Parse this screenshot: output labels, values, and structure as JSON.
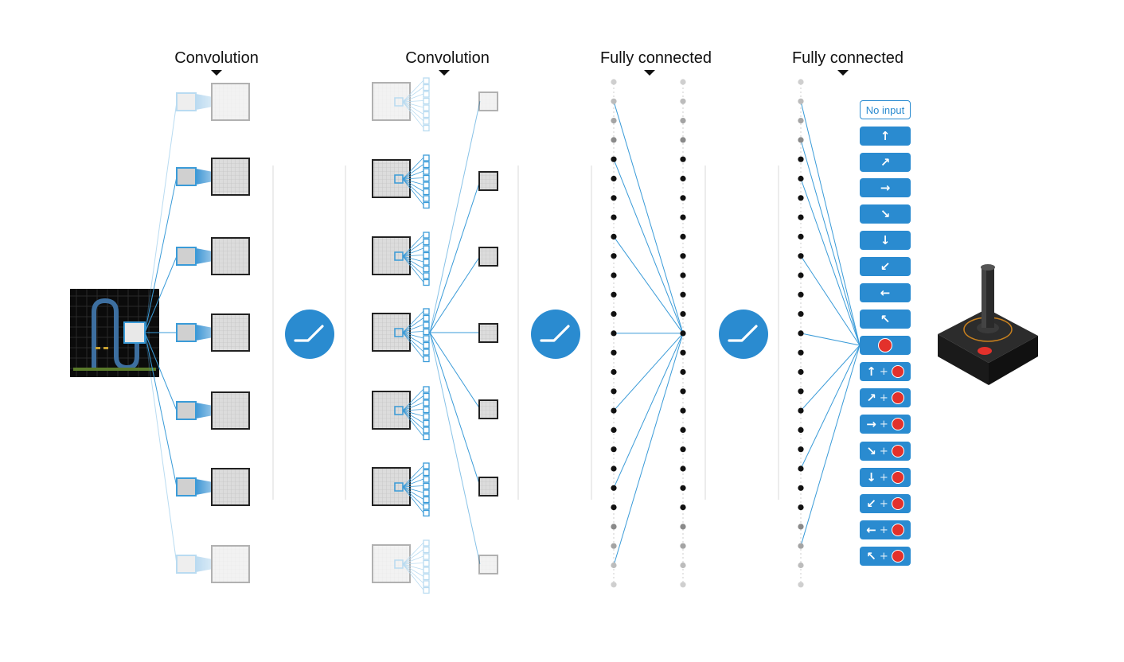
{
  "layer_titles": [
    {
      "id": "conv1",
      "label": "Convolution"
    },
    {
      "id": "conv2",
      "label": "Convolution"
    },
    {
      "id": "fc1",
      "label": "Fully connected"
    },
    {
      "id": "fc2",
      "label": "Fully connected"
    }
  ],
  "input_frame": {
    "icon": "game-screen-image"
  },
  "activation_icon": "relu-icon",
  "actions": [
    {
      "id": "no-input",
      "label": "No input",
      "arrow": "",
      "fire": false
    },
    {
      "id": "up",
      "arrow": "↑",
      "fire": false
    },
    {
      "id": "up-right",
      "arrow": "↗",
      "fire": false
    },
    {
      "id": "right",
      "arrow": "→",
      "fire": false
    },
    {
      "id": "down-right",
      "arrow": "↘",
      "fire": false
    },
    {
      "id": "down",
      "arrow": "↓",
      "fire": false
    },
    {
      "id": "down-left",
      "arrow": "↙",
      "fire": false
    },
    {
      "id": "left",
      "arrow": "←",
      "fire": false
    },
    {
      "id": "up-left",
      "arrow": "↖",
      "fire": false
    },
    {
      "id": "fire",
      "arrow": "",
      "fire": true
    },
    {
      "id": "up-fire",
      "arrow": "↑",
      "fire": true,
      "plus": "+"
    },
    {
      "id": "up-right-fire",
      "arrow": "↗",
      "fire": true,
      "plus": "+"
    },
    {
      "id": "right-fire",
      "arrow": "→",
      "fire": true,
      "plus": "+"
    },
    {
      "id": "down-right-fire",
      "arrow": "↘",
      "fire": true,
      "plus": "+"
    },
    {
      "id": "down-fire",
      "arrow": "↓",
      "fire": true,
      "plus": "+"
    },
    {
      "id": "down-left-fire",
      "arrow": "↙",
      "fire": true,
      "plus": "+"
    },
    {
      "id": "left-fire",
      "arrow": "←",
      "fire": true,
      "plus": "+"
    },
    {
      "id": "up-left-fire",
      "arrow": "↖",
      "fire": true,
      "plus": "+"
    }
  ],
  "controller_icon": "joystick-icon",
  "colors": {
    "accent": "#2a8bd0",
    "line": "#3a9bd8",
    "fire": "#e3312b",
    "node_dark": "#111111",
    "node_faded": "#c8c8c8",
    "map_fill": "#dcdcdc",
    "divider": "#d8d8d8"
  }
}
